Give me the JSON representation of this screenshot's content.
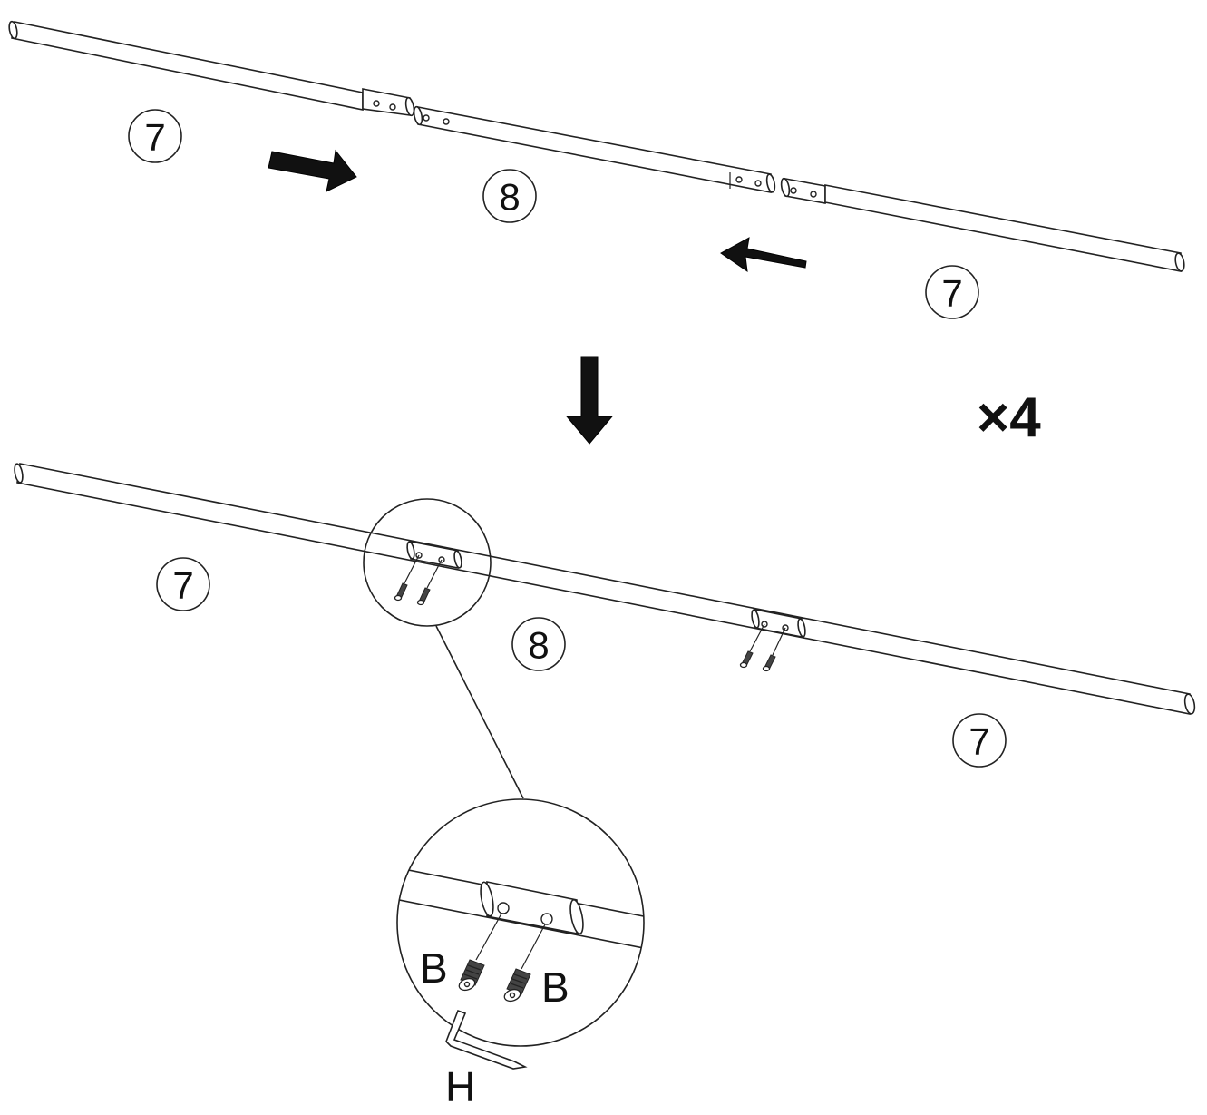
{
  "diagram": {
    "step_top": {
      "parts": [
        {
          "id": "left-tube-label",
          "label": "7"
        },
        {
          "id": "center-tube-label",
          "label": "8"
        },
        {
          "id": "right-tube-label",
          "label": "7"
        }
      ]
    },
    "multiplier": "×4",
    "step_bottom": {
      "parts": [
        {
          "id": "left-tube-label",
          "label": "7"
        },
        {
          "id": "center-tube-label",
          "label": "8"
        },
        {
          "id": "right-tube-label",
          "label": "7"
        }
      ]
    },
    "detail": {
      "screw_label_left": "B",
      "screw_label_right": "B",
      "tool_label": "H"
    }
  }
}
